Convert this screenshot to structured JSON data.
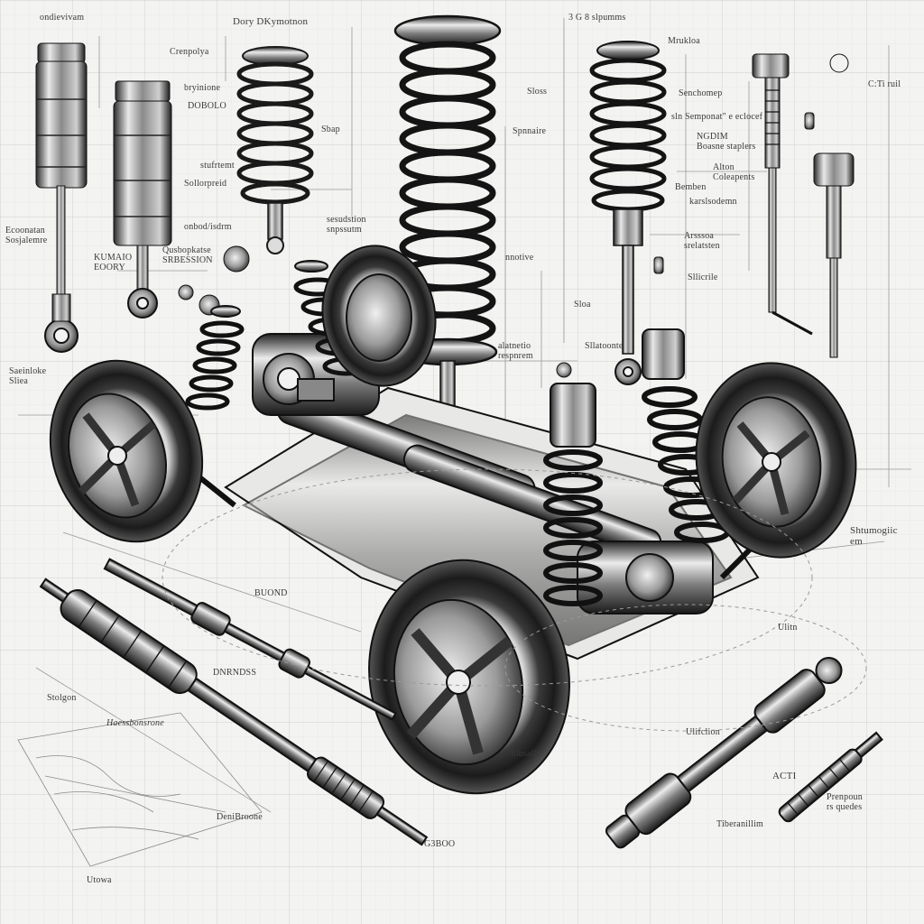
{
  "palette": {
    "paper": "#f3f3f1",
    "grid": "#d9d9d6",
    "ink": "#1a1a1a",
    "metal_light": "#e6e6e6",
    "metal_dark": "#5a5a5a"
  },
  "labels": {
    "l01": "ondievivam",
    "l02": "Crenpolya",
    "l03": "Dory DKymotnon",
    "l04": "3 G 8 slpumms",
    "l05": "Mrukloa",
    "l06": "C:Ti ruil",
    "l07": "bryinione",
    "l08": "DOBOLO",
    "l09": "Sloss",
    "l10": "Senchomep",
    "l11": "sln Semponat\" e eclocef",
    "l12": "NGDIM\nBoasne staplers",
    "l13": "Sbap",
    "l14": "Spnnaire",
    "l15": "stufrtemt",
    "l16": "Sollorpreid",
    "l17": "Alton\nColeapents",
    "l18": "Bemben",
    "l19": "karslsodemn",
    "l20": "Ecoonatan\nSosjalemre",
    "l21": "sesudstion\nsnpssutm",
    "l22": "onbod/isdrm",
    "l23": "Qusbopkatse\nSRBESSION",
    "l24": "Arsssoa\nsrelatsten",
    "l25": "KUMAIO\nEOORY",
    "l26": "nnotive",
    "l27": "Sloa",
    "l28": "Sllicrile",
    "l29": "Saeinloke\nSliea",
    "l30": "alatnetio\nrespnrem",
    "l31": "Sllatoonte",
    "l32": "Shtumogiic\nem",
    "l33": "BUOND",
    "l34": "Stolgon",
    "l35": "DNRNDSS",
    "l36": "Haessbonsrone",
    "l37": "Ulitn",
    "l38": "ACTI",
    "l39": "Prenpoun\nrs quedes",
    "l40": "Tiberanillim",
    "l41": "Slbsalli",
    "l42": "G3BOO",
    "l43": "Ulifclion",
    "l44": "DeniBroone",
    "l45": "Utowa"
  }
}
